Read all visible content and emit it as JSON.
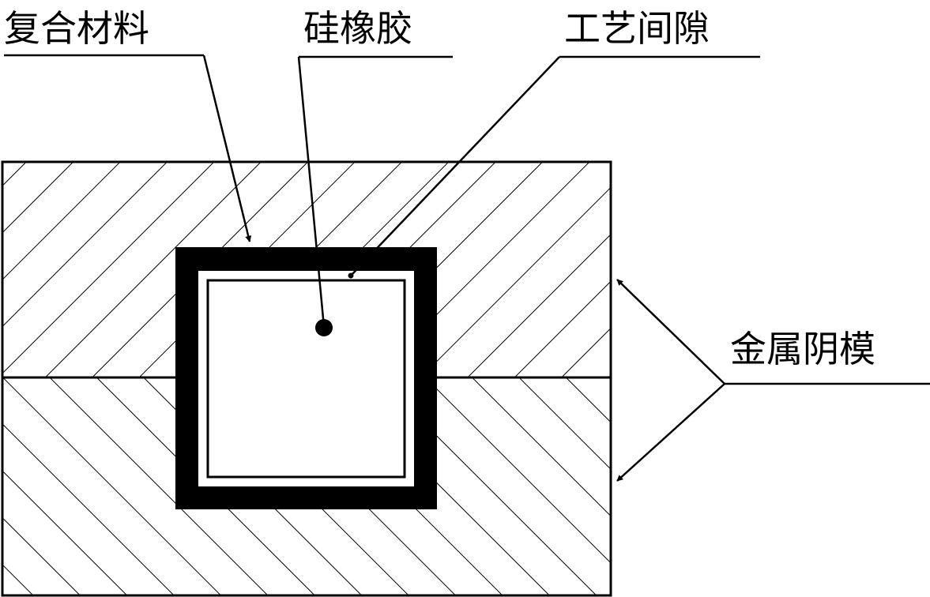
{
  "labels": {
    "composite": "复合材料",
    "silicone": "硅橡胶",
    "gap": "工艺间隙",
    "mold": "金属阴模"
  },
  "colors": {
    "ink": "#000000",
    "paper": "#ffffff"
  }
}
